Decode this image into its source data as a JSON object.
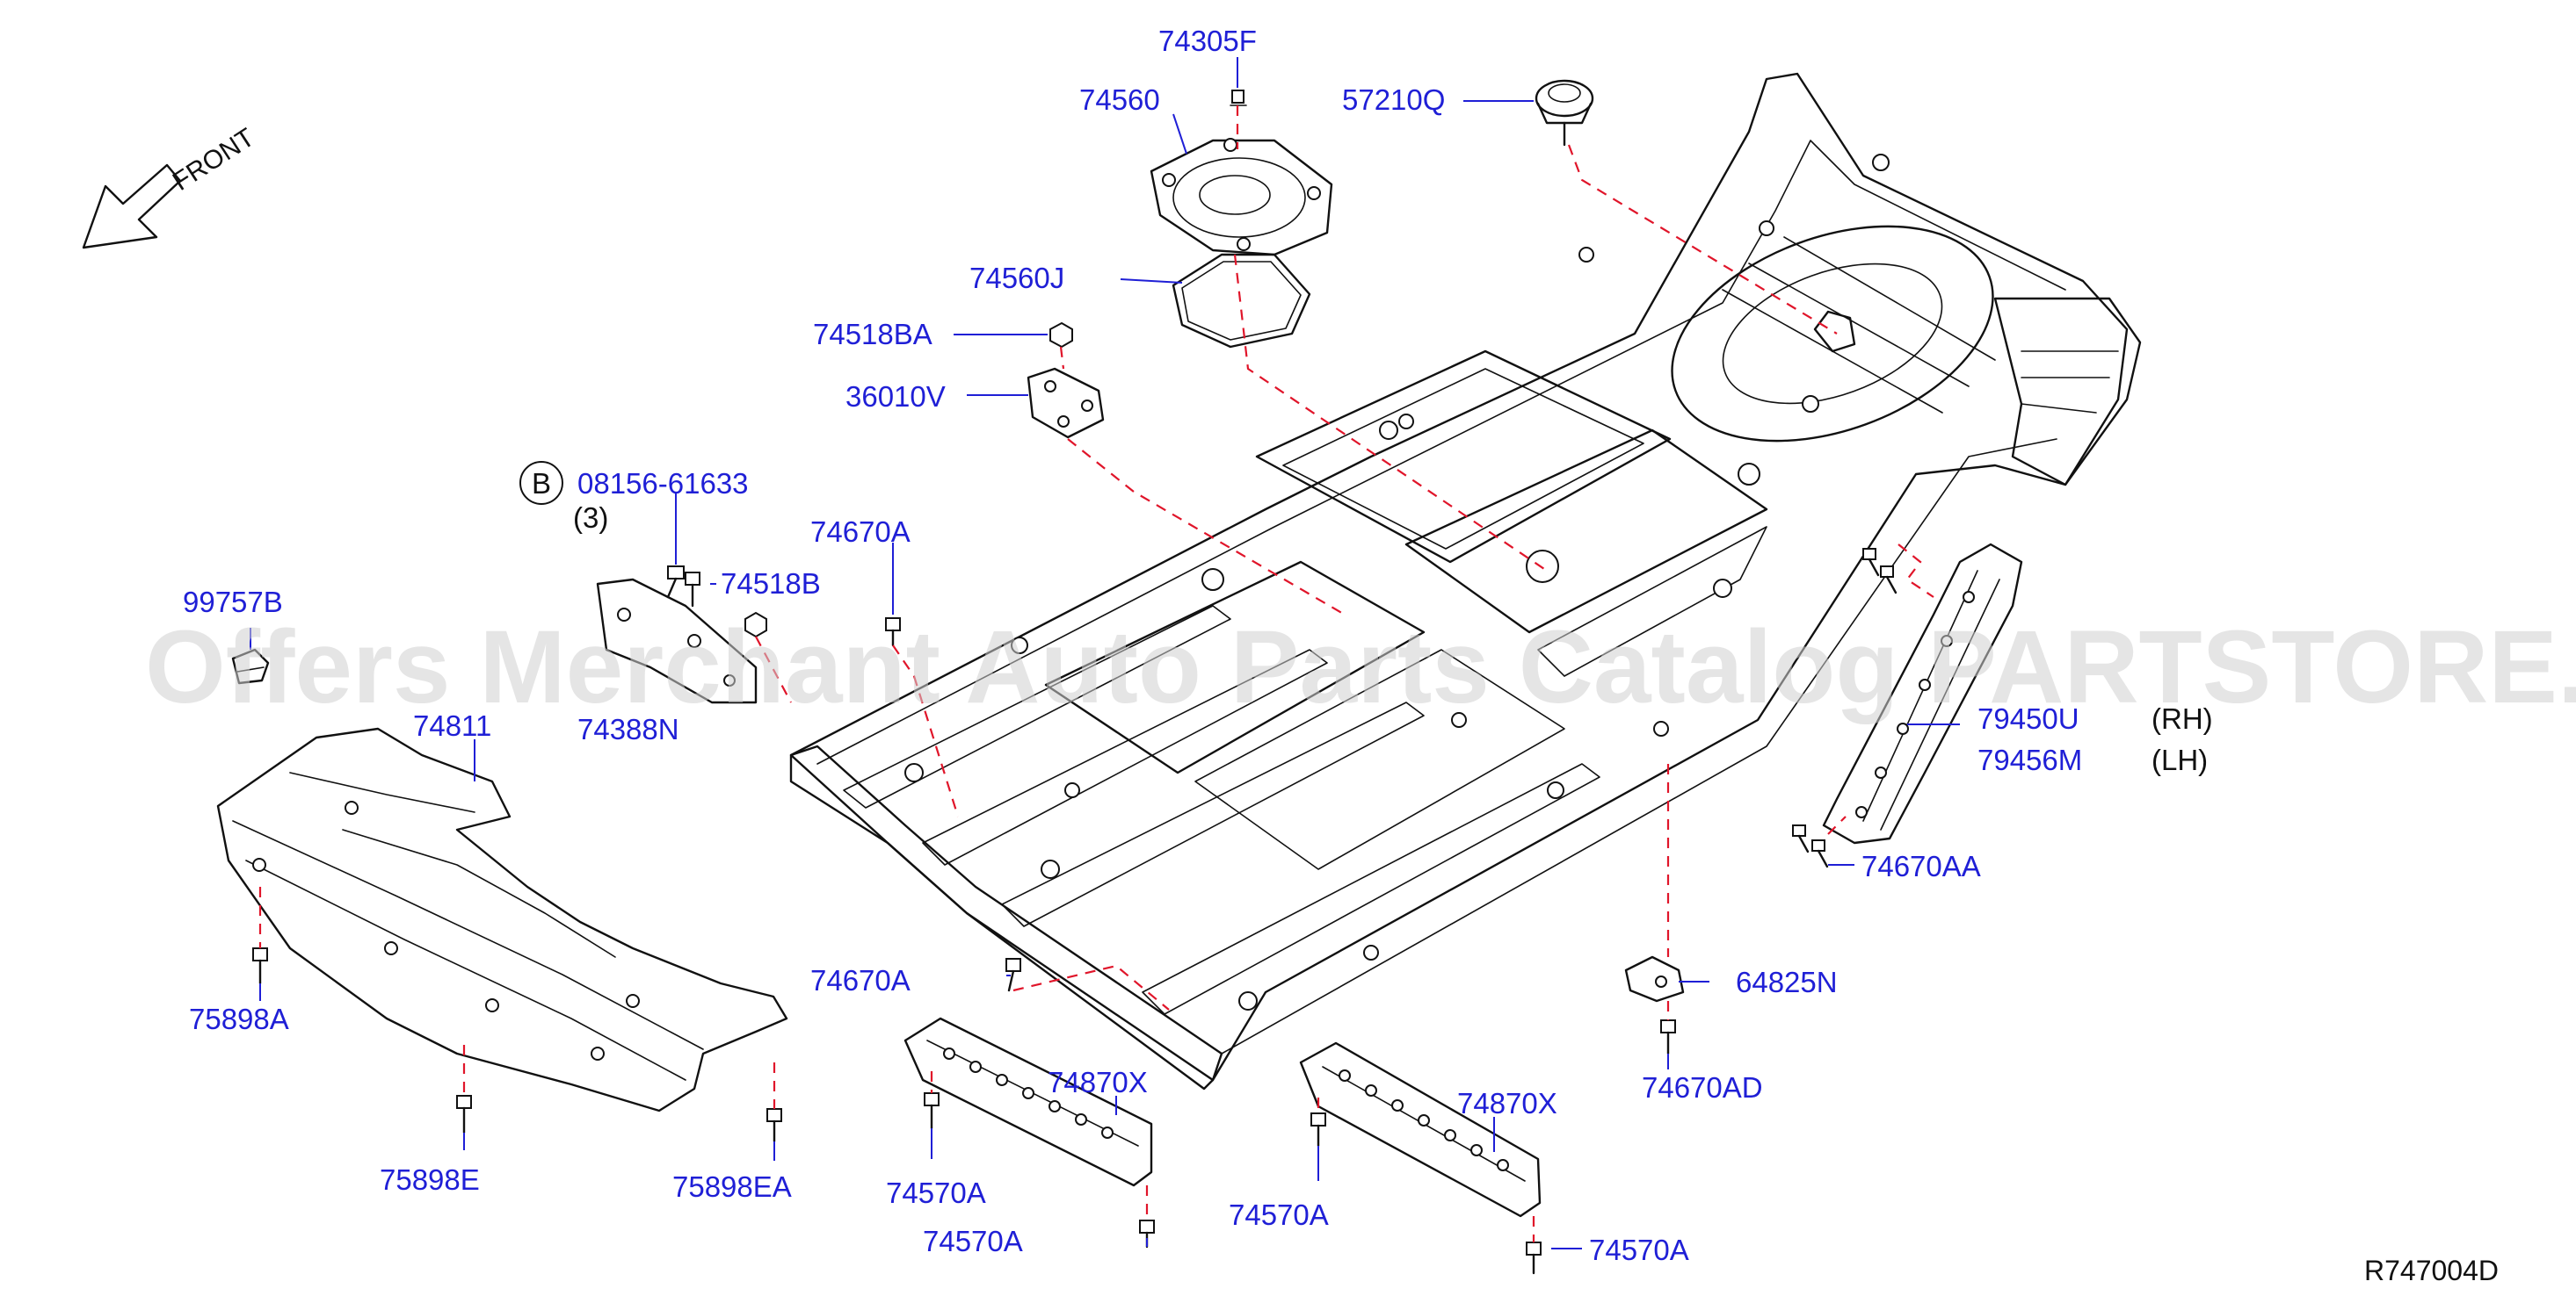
{
  "watermark": "Offers Merchant Auto Parts Catalog PARTSTORE.SA",
  "front_indicator": {
    "label": "FRONT",
    "icon": "front-arrow-icon"
  },
  "diagram_code": "R747004D",
  "bolt_callout": {
    "letter": "B",
    "part": "08156-61633",
    "qty": "(3)"
  },
  "parts": {
    "p74305F": "74305F",
    "p74560": "74560",
    "p57210Q": "57210Q",
    "p74560J": "74560J",
    "p74518BA": "74518BA",
    "p36010V": "36010V",
    "p74670A_top": "74670A",
    "p74518B": "74518B",
    "p99757B": "99757B",
    "p74388N": "74388N",
    "p74811": "74811",
    "p75898A": "75898A",
    "p75898E": "75898E",
    "p75898EA": "75898EA",
    "p74670A_mid": "74670A",
    "p74870X_left": "74870X",
    "p74570A_1": "74570A",
    "p74570A_2": "74570A",
    "p74570A_3": "74570A",
    "p74870X_right": "74870X",
    "p74570A_4": "74570A",
    "p64825N": "64825N",
    "p74670AD": "74670AD",
    "p79450U": "79450U",
    "p79456M": "79456M",
    "p74670AA": "74670AA"
  },
  "side_notes": {
    "rh": "(RH)",
    "lh": "(LH)"
  },
  "colors": {
    "label": "#1f1fd6",
    "leader_dash": "#e0152a",
    "line": "#111111",
    "watermark": "#cfcfcf"
  }
}
